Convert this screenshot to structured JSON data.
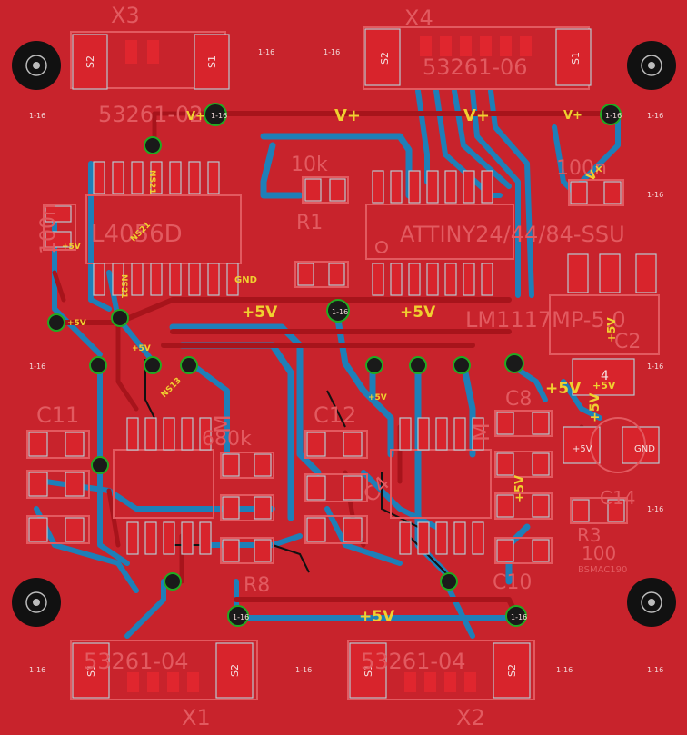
{
  "connectors": {
    "x1": {
      "ref": "X1",
      "part": "53261-04",
      "s1": "S1",
      "s2": "S2"
    },
    "x2": {
      "ref": "X2",
      "part": "53261-04",
      "s1": "S1",
      "s2": "S2"
    },
    "x3": {
      "ref": "X3",
      "part": "53261-02",
      "s1": "S1",
      "s2": "S2"
    },
    "x4": {
      "ref": "X4",
      "part": "53261-06",
      "s1": "S1",
      "s2": "S2"
    }
  },
  "parts": {
    "mcu": "ATTINY24/44/84-SSU",
    "ic_left": "L4056D",
    "regulator": "LM1117MP-5.0",
    "r_top": "10k",
    "r_mid": "680k",
    "r_top_right": "100n",
    "c_left_rot": "100n",
    "r1": "R1",
    "c11": "C11",
    "c12": "C12",
    "c8": "C8",
    "c10": "C10",
    "c14": "C14",
    "c2": "C2",
    "c4": "C4",
    "r8": "R8",
    "r3": "R3",
    "r100": "100",
    "pt_bsmac": "BSMAC190",
    "nm_left": "M",
    "nm_mid": "M"
  },
  "nets": {
    "vplus": "V+",
    "p5v": "+5V",
    "gnd": "GND",
    "pin4": "4",
    "ns21": "NS21",
    "ns13": "NS13",
    "via_label": "1-16"
  }
}
